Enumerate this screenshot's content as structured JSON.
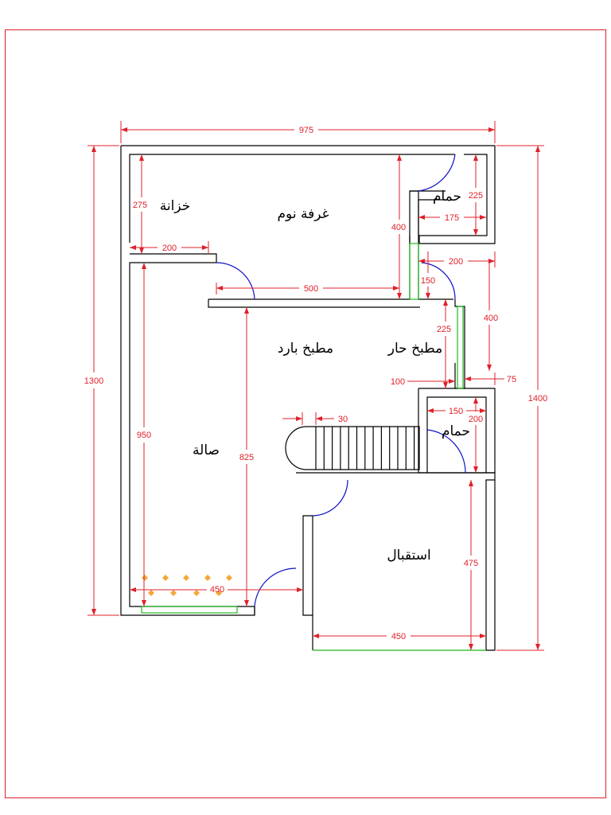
{
  "rooms": {
    "bedroom": "غرفة نوم",
    "closet": "خزانة",
    "bath_top": "حمام",
    "cold_kitchen": "مطبخ بارد",
    "hot_kitchen": "مطبخ حار",
    "bath_mid": "حمام",
    "hall": "صالة",
    "reception": "استقبال"
  },
  "dimensions": {
    "overall_width": "975",
    "overall_height_left": "1300",
    "overall_height_right": "1400",
    "closet_height": "275",
    "closet_width": "200",
    "bedroom_height": "400",
    "corridor_width": "500",
    "bath_top_height": "225",
    "bath_top_width": "175",
    "hot_kitchen_width": "200",
    "hot_kitchen_height": "400",
    "passage": "150",
    "kitchen_inner": "225",
    "hot_kitchen_small": "100",
    "wall_offset": "75",
    "bath_mid_width": "150",
    "bath_mid_height": "200",
    "stair_step": "30",
    "hall_height": "950",
    "cold_kitchen_height": "825",
    "hall_width": "450",
    "reception_height": "475",
    "reception_width": "450"
  },
  "colors": {
    "dimension": "#e0202a",
    "wall": "#000000",
    "door": "#1010c8",
    "window": "#1db81d",
    "decor": "#f4a83a"
  }
}
